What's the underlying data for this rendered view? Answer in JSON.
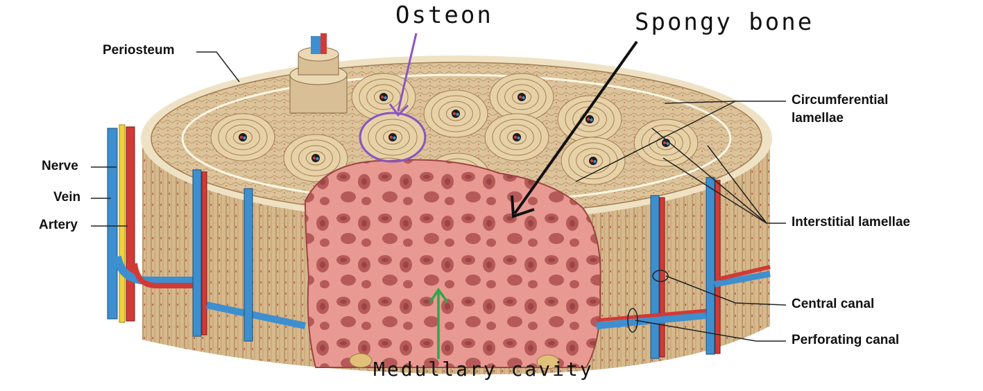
{
  "labels": {
    "periosteum": "Periosteum",
    "nerve": "Nerve",
    "vein": "Vein",
    "artery": "Artery",
    "circumferential_1": "Circumferential",
    "circumferential_2": "lamellae",
    "interstitial": "Interstitial lamellae",
    "central_canal": "Central canal",
    "perforating_canal": "Perforating canal"
  },
  "handwritten": {
    "osteon": "Osteon",
    "spongy_bone": "Spongy bone",
    "medullary_cavity": "Medullary cavity"
  },
  "colors": {
    "bone_base": "#dcc39a",
    "bone_light": "#efe2c4",
    "lamella_line": "#a47c52",
    "spongy": "#e89a92",
    "spongy_dark": "#b55a58",
    "artery": "#d23a36",
    "vein": "#3d8fcf",
    "nerve": "#f0d23a",
    "osteon_arrow": "#8a55c4",
    "medullary_arrow": "#2aa84a"
  }
}
